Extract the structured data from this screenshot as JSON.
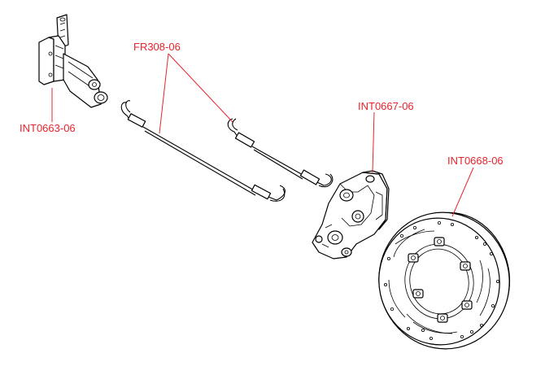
{
  "colors": {
    "callout": "#e8242c",
    "line": "#000000",
    "background": "#ffffff"
  },
  "callouts": {
    "master_cylinder": "INT0663-06",
    "brake_lines": "FR308-06",
    "caliper": "INT0667-06",
    "disc": "INT0668-06"
  }
}
